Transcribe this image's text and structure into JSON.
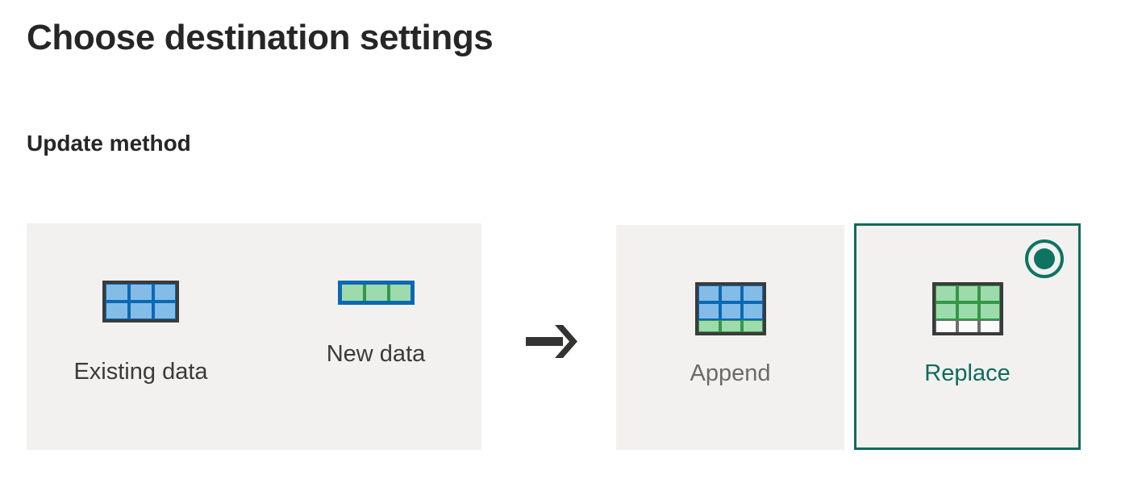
{
  "page": {
    "title": "Choose destination settings",
    "section_heading": "Update method"
  },
  "colors": {
    "panel_background": "#F2F1F0",
    "page_background": "#FFFFFF",
    "heading_text": "#262626",
    "accent_teal": "#0F6B5C",
    "radio_selected": "#0F7362",
    "label_inactive": "#6A6A68",
    "label_default": "#3A3A38",
    "grid_border_dark": "#3B3B3B",
    "grid_line_blue": "#0B69B4",
    "grid_cell_blue": "#84BCE8",
    "grid_line_green": "#349748",
    "grid_cell_green": "#9EDBAC",
    "grid_cell_empty": "#FAFAFA",
    "grid_line_gray": "#6E6E6E",
    "arrow": "#333331"
  },
  "source_group": {
    "name": "source-data-preview",
    "items": [
      {
        "id": "existing-data",
        "label": "Existing data",
        "icon": "grid-3x2-blue-icon",
        "label_color": "#3A3A38"
      },
      {
        "id": "new-data",
        "label": "New data",
        "icon": "grid-3x1-green-icon",
        "label_color": "#3A3A38"
      }
    ]
  },
  "flow": {
    "arrow_icon": "arrow-right-icon"
  },
  "options": [
    {
      "id": "append",
      "label": "Append",
      "icon": "grid-3x3-blue-over-green-icon",
      "selected": false,
      "label_color": "#6A6A68"
    },
    {
      "id": "replace",
      "label": "Replace",
      "icon": "grid-3x3-green-over-empty-icon",
      "selected": true,
      "label_color": "#0F6B5C",
      "radio_icon": "radio-selected-icon"
    }
  ]
}
